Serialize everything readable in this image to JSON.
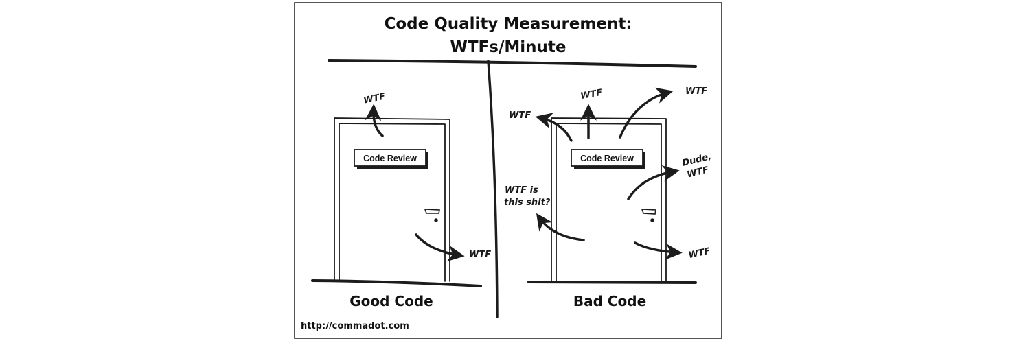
{
  "comic": {
    "title_line1": "Code Quality Measurement:",
    "title_line2": "WTFs/Minute",
    "credit_url": "http://commadot.com",
    "colors": {
      "ink": "#1c1c1c",
      "background": "#ffffff"
    },
    "panels": [
      {
        "caption": "Good Code",
        "door_sign": "Code Review",
        "exclamations": [
          "WTF",
          "WTF"
        ]
      },
      {
        "caption": "Bad Code",
        "door_sign": "Code Review",
        "exclamations": [
          "WTF",
          "WTF",
          "WTF",
          "WTF is",
          "this shit?",
          "Dude,",
          "WTF",
          "WTF"
        ]
      }
    ]
  }
}
